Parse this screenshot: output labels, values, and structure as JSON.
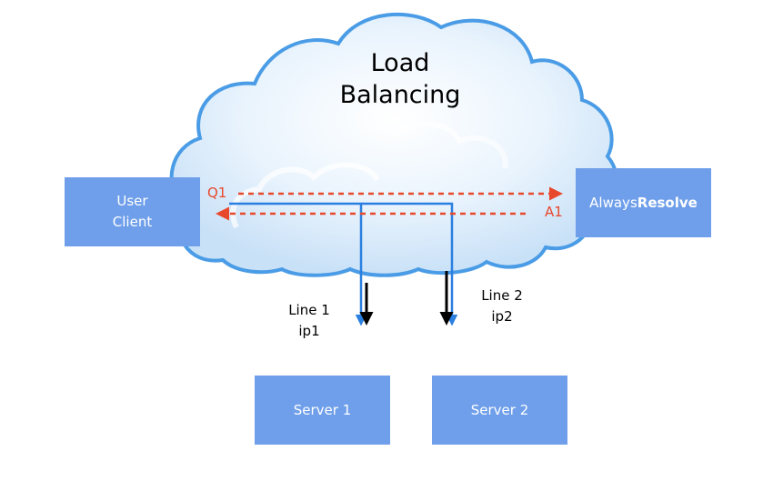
{
  "title": {
    "line1": "Load",
    "line2": "Balancing"
  },
  "user_client": {
    "line1": "User",
    "line2": "Client"
  },
  "always_resolve": {
    "regular": "Always",
    "bold": "Resolve"
  },
  "server1": {
    "label": "Server 1"
  },
  "server2": {
    "label": "Server 2"
  },
  "line1": {
    "name": "Line 1",
    "ip": "ip1"
  },
  "line2": {
    "name": "Line 2",
    "ip": "ip2"
  },
  "query_label": "Q1",
  "answer_label": "A1",
  "colors": {
    "box": "#6f9fea",
    "arrow_dashed": "#e8482c",
    "line_blue": "#2a7fe0",
    "arrow_black": "#000000",
    "cloud_fill": "#e4f1fc",
    "cloud_edge": "#4a9ce6"
  }
}
